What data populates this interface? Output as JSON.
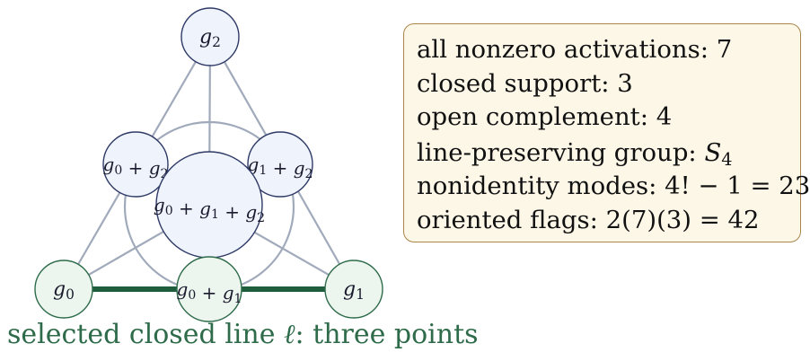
{
  "diagram": {
    "nodes": {
      "top": {
        "label_parts": [
          "g",
          "2"
        ]
      },
      "left": {
        "label_parts": [
          "g",
          "0",
          " + ",
          "g",
          "2"
        ]
      },
      "right": {
        "label_parts": [
          "g",
          "1",
          " + ",
          "g",
          "2"
        ]
      },
      "center": {
        "label_parts": [
          "g",
          "0",
          " + ",
          "g",
          "1",
          " + ",
          "g",
          "2"
        ]
      },
      "bl": {
        "label_parts": [
          "g",
          "0"
        ]
      },
      "bm": {
        "label_parts": [
          "g",
          "0",
          " + ",
          "g",
          "1"
        ]
      },
      "br": {
        "label_parts": [
          "g",
          "1"
        ]
      }
    },
    "selected_line": [
      "bl",
      "bm",
      "br"
    ],
    "caption_text": "selected closed line ",
    "caption_symbol": "ℓ",
    "caption_rest": ": three points"
  },
  "info": {
    "lines": [
      {
        "text": "all nonzero activations: 7"
      },
      {
        "text": "closed support: 3"
      },
      {
        "text": "open complement: 4"
      },
      {
        "prefix": "line-preserving group: ",
        "symbol": "S",
        "subscript": "4"
      },
      {
        "text": "nonidentity modes: 4! − 1 = 23"
      },
      {
        "text": "oriented flags: 2(7)(3) = 42"
      }
    ]
  },
  "colors": {
    "edge": "#a0aabb",
    "selected_edge": "#1e5e3c",
    "node_fill_blue": "#eef3fc",
    "node_stroke_blue": "#2f3a66",
    "node_fill_green": "#edf6ee",
    "node_stroke_green": "#2e6b4a"
  }
}
